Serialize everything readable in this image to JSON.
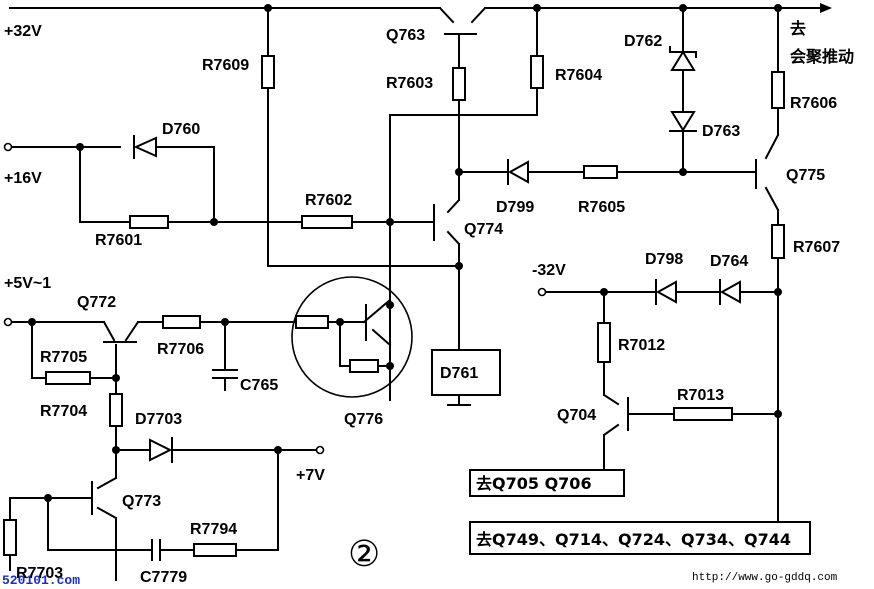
{
  "figure_number": "②",
  "rails": {
    "p32": "+32V",
    "p16": "+16V",
    "p5": "+5V~1",
    "p7": "+7V",
    "m32": "-32V"
  },
  "output": {
    "qu": "去",
    "dest": "会聚推动"
  },
  "transistors": {
    "q763": "Q763",
    "q774": "Q774",
    "q775": "Q775",
    "q772": "Q772",
    "q773": "Q773",
    "q776": "Q776",
    "q704": "Q704"
  },
  "resistors": {
    "r7609": "R7609",
    "r7603": "R7603",
    "r7604": "R7604",
    "r7606": "R7606",
    "r7601": "R7601",
    "r7602": "R7602",
    "r7605": "R7605",
    "r7607": "R7607",
    "r7705": "R7705",
    "r7706": "R7706",
    "r7704": "R7704",
    "r7012": "R7012",
    "r7013": "R7013",
    "r7794": "R7794",
    "r7703": "R7703"
  },
  "diodes": {
    "d760": "D760",
    "d762": "D762",
    "d763": "D763",
    "d799": "D799",
    "d798": "D798",
    "d764": "D764",
    "d7703": "D7703",
    "d761": "D761"
  },
  "capacitors": {
    "c765": "C765",
    "c7779": "C7779"
  },
  "boxes": {
    "to_q705": "去Q705 Q706",
    "to_q749": "去Q749、Q714、Q724、Q734、Q744"
  },
  "watermarks": {
    "left": "520101.com",
    "right": "http://www.go-gddq.com"
  }
}
